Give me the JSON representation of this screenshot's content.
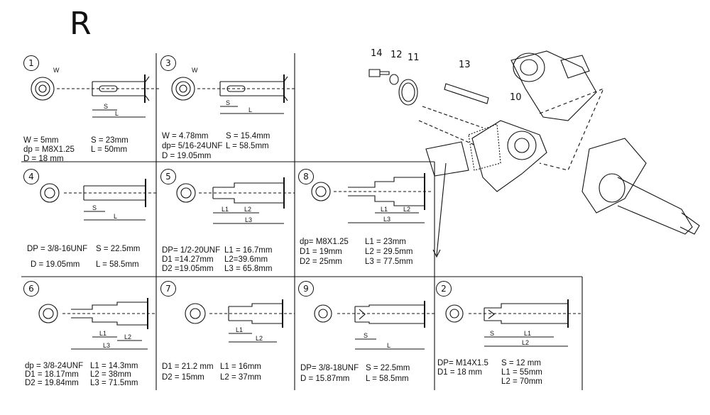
{
  "page_letter": "R",
  "panels": [
    {
      "id": "1",
      "label": "1",
      "lines": [
        "W = 5mm",
        "S = 23mm",
        "dp = M8X1.25",
        "L = 50mm",
        "D = 18 mm"
      ]
    },
    {
      "id": "3",
      "label": "3",
      "lines": [
        "W = 4.78mm",
        "S = 15.4mm",
        "dp= 5/16-24UNF",
        "L = 58.5mm",
        "D = 19.05mm"
      ]
    },
    {
      "id": "4",
      "label": "4",
      "lines": [
        "DP = 3/8-16UNF",
        "S = 22.5mm",
        "D = 19.05mm",
        "L = 58.5mm"
      ]
    },
    {
      "id": "5",
      "label": "5",
      "lines": [
        "DP= 1/2-20UNF",
        "L1 = 16.7mm",
        "D1 =14.27mm",
        "L2=39.6mm",
        "D2 =19.05mm",
        "L3 = 65.8mm"
      ]
    },
    {
      "id": "8",
      "label": "8",
      "lines": [
        "dp= M8X1.25",
        "L1 = 23mm",
        "D1 = 19mm",
        "L2 = 29.5mm",
        "D2 = 25mm",
        "L3 = 77.5mm"
      ]
    },
    {
      "id": "6",
      "label": "6",
      "lines": [
        "dp = 3/8-24UNF",
        "L1 = 14.3mm",
        "D1 = 18.17mm",
        "L2 = 38mm",
        "D2 = 19.84mm",
        "L3 = 71.5mm"
      ]
    },
    {
      "id": "7",
      "label": "7",
      "lines": [
        "D1 = 21.2 mm",
        "L1 = 16mm",
        "D2 = 15mm",
        "L2 = 37mm"
      ]
    },
    {
      "id": "9",
      "label": "9",
      "lines": [
        "DP= 3/8-18UNF",
        "S = 22.5mm",
        "D = 15.87mm",
        "L = 58.5mm"
      ]
    },
    {
      "id": "2",
      "label": "2",
      "lines": [
        "DP= M14X1.5",
        "S = 12 mm",
        "D1 = 18 mm",
        "L1 = 55mm",
        "L2 = 70mm"
      ]
    }
  ],
  "dim_labels": {
    "W": "W",
    "S": "S",
    "L": "L",
    "dp": "dp",
    "DP": "DP",
    "D": "D",
    "D1": "D1",
    "D2": "D2",
    "L1": "L1",
    "L2": "L2",
    "L3": "L3"
  },
  "callouts": {
    "c14": "14",
    "c12": "12",
    "c11": "11",
    "c13": "13",
    "c10": "10"
  }
}
